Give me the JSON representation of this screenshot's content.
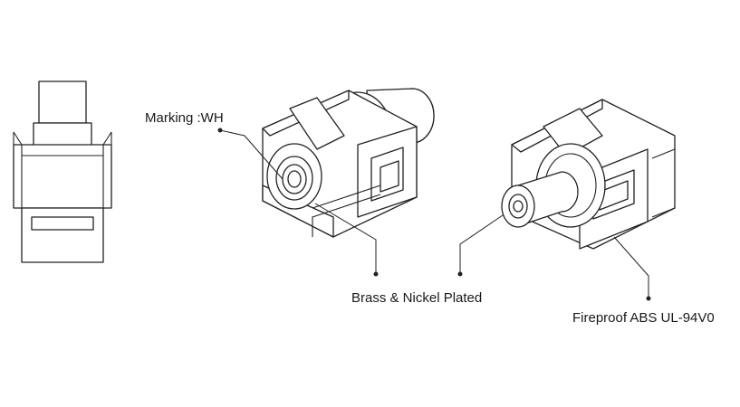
{
  "labels": {
    "marking": "Marking :WH",
    "brass": "Brass & Nickel Plated",
    "abs": "Fireproof ABS UL-94V0"
  }
}
